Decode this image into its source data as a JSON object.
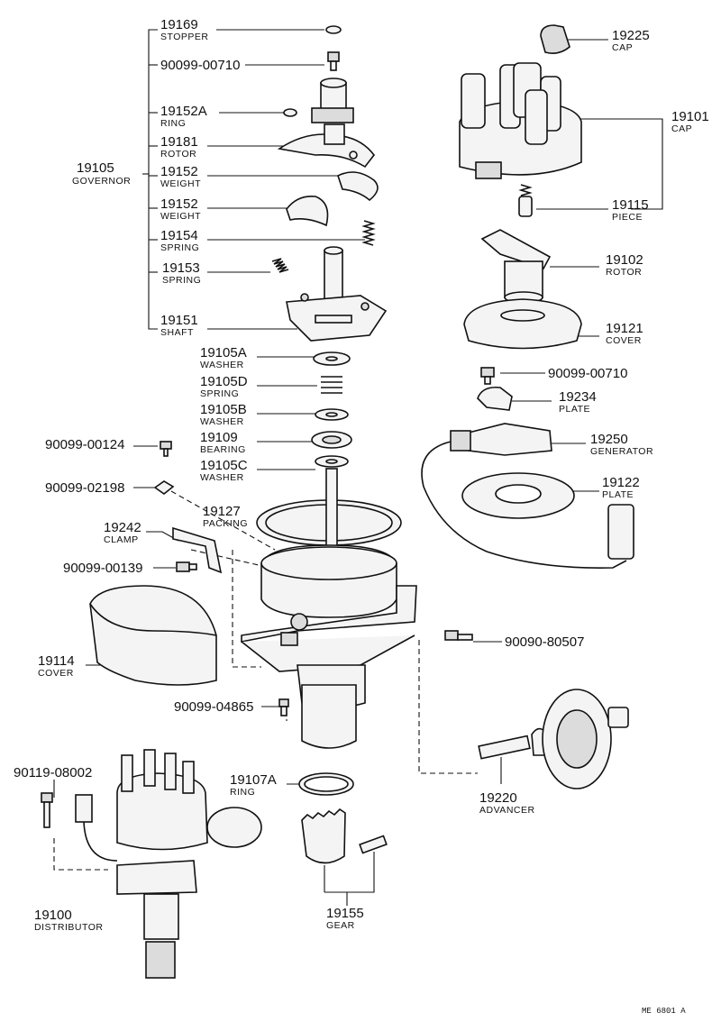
{
  "footer_code": "ME 6801 A",
  "group_label": {
    "num": "19105",
    "name": "GOVERNOR"
  },
  "labels": [
    {
      "id": "l19169",
      "num": "19169",
      "name": "STOPPER"
    },
    {
      "id": "l90099_00710a",
      "num": "90099-00710",
      "name": ""
    },
    {
      "id": "l19152A",
      "num": "19152A",
      "name": "RING"
    },
    {
      "id": "l19181",
      "num": "19181",
      "name": "ROTOR"
    },
    {
      "id": "l19152a",
      "num": "19152",
      "name": "WEIGHT"
    },
    {
      "id": "l19152b",
      "num": "19152",
      "name": "WEIGHT"
    },
    {
      "id": "l19154",
      "num": "19154",
      "name": "SPRING"
    },
    {
      "id": "l19153",
      "num": "19153",
      "name": "SPRING"
    },
    {
      "id": "l19151",
      "num": "19151",
      "name": "SHAFT"
    },
    {
      "id": "l19105A",
      "num": "19105A",
      "name": "WASHER"
    },
    {
      "id": "l19105D",
      "num": "19105D",
      "name": "SPRING"
    },
    {
      "id": "l19105B",
      "num": "19105B",
      "name": "WASHER"
    },
    {
      "id": "l19109",
      "num": "19109",
      "name": "BEARING"
    },
    {
      "id": "l19105C",
      "num": "19105C",
      "name": "WASHER"
    },
    {
      "id": "l90099_00124",
      "num": "90099-00124",
      "name": ""
    },
    {
      "id": "l90099_02198",
      "num": "90099-02198",
      "name": ""
    },
    {
      "id": "l19127",
      "num": "19127",
      "name": "PACKING"
    },
    {
      "id": "l19242",
      "num": "19242",
      "name": "CLAMP"
    },
    {
      "id": "l90099_00139",
      "num": "90099-00139",
      "name": ""
    },
    {
      "id": "l19114",
      "num": "19114",
      "name": "COVER"
    },
    {
      "id": "l90099_04865",
      "num": "90099-04865",
      "name": ""
    },
    {
      "id": "l90119_08002",
      "num": "90119-08002",
      "name": ""
    },
    {
      "id": "l19107A",
      "num": "19107A",
      "name": "RING"
    },
    {
      "id": "l19100",
      "num": "19100",
      "name": "DISTRIBUTOR"
    },
    {
      "id": "l19155",
      "num": "19155",
      "name": "GEAR"
    },
    {
      "id": "l19225",
      "num": "19225",
      "name": "CAP"
    },
    {
      "id": "l19101",
      "num": "19101",
      "name": "CAP"
    },
    {
      "id": "l19115",
      "num": "19115",
      "name": "PIECE"
    },
    {
      "id": "l19102",
      "num": "19102",
      "name": "ROTOR"
    },
    {
      "id": "l19121",
      "num": "19121",
      "name": "COVER"
    },
    {
      "id": "l90099_00710b",
      "num": "90099-00710",
      "name": ""
    },
    {
      "id": "l19234",
      "num": "19234",
      "name": "PLATE"
    },
    {
      "id": "l19250",
      "num": "19250",
      "name": "GENERATOR"
    },
    {
      "id": "l19122",
      "num": "19122",
      "name": "PLATE"
    },
    {
      "id": "l90090_80507",
      "num": "90090-80507",
      "name": ""
    },
    {
      "id": "l19220",
      "num": "19220",
      "name": "ADVANCER"
    }
  ]
}
